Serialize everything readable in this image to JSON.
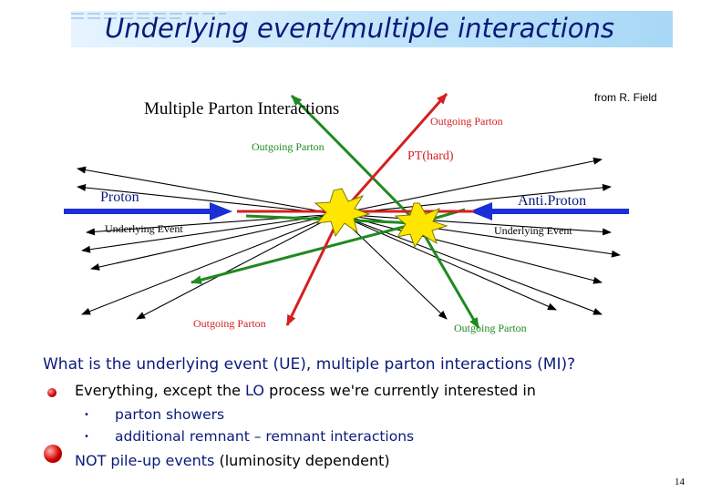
{
  "title": "Underlying event/multiple interactions",
  "credit": "from R. Field",
  "diagram": {
    "heading": "Multiple Parton Interactions",
    "proton": "Proton",
    "antiproton": "Anti.Proton",
    "pt_hard": "PT(hard)",
    "outgoing_parton": "Outgoing Parton",
    "underlying_event": "Underlying Event",
    "colors": {
      "beam": "#1a2fd6",
      "hard": "#d42020",
      "secondary": "#1f8a1f",
      "lines": "#000000"
    }
  },
  "question": "What is the underlying event (UE), multiple parton interactions (MI)?",
  "bullet1": {
    "prefix": "Everything, except the ",
    "lo": "LO",
    "suffix": " process we're currently interested in"
  },
  "subbullets": [
    "parton showers",
    "additional remnant – remnant interactions"
  ],
  "bullet2": {
    "main": "NOT pile-up events ",
    "paren": "(luminosity dependent)"
  },
  "page_number": "14"
}
